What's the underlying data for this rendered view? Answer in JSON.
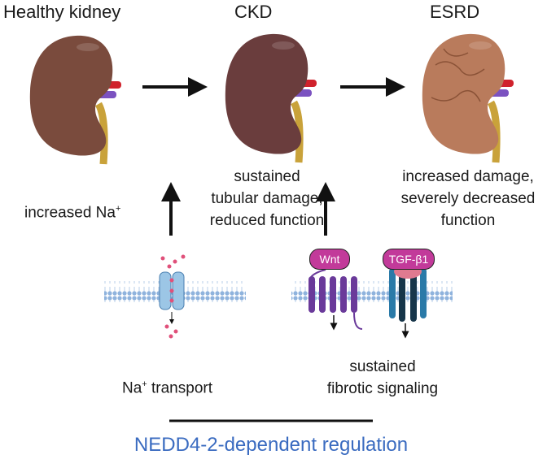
{
  "stages": [
    {
      "title": "Healthy kidney",
      "color": "#7a4b3d"
    },
    {
      "title": "CKD",
      "color": "#6a3d3d"
    },
    {
      "title": "ESRD",
      "color": "#b97b5c"
    }
  ],
  "labels": {
    "na_increase": "increased Na",
    "na_increase_sup": "+",
    "ckd_desc": [
      "sustained",
      "tubular damage,",
      "reduced function"
    ],
    "esrd_desc": [
      "increased damage,",
      "severely decreased",
      "function"
    ],
    "na_transport": "Na",
    "na_transport_sup": "+",
    "na_transport_rest": " transport",
    "fibrotic": [
      "sustained",
      "fibrotic signaling"
    ],
    "wnt": "Wnt",
    "tgf": "TGF-β1"
  },
  "footer": "NEDD4-2-dependent regulation",
  "colors": {
    "footer": "#3a6bc0",
    "artery": "#d0222c",
    "vein": "#7b52c0",
    "ureter": "#c9a23a",
    "wnt": "#6a3a9a",
    "tgf_receptor": "#2a7aa8",
    "ligand": "#c23a9a",
    "sodium": "#e0507a",
    "membrane": "#8fb3dd"
  }
}
